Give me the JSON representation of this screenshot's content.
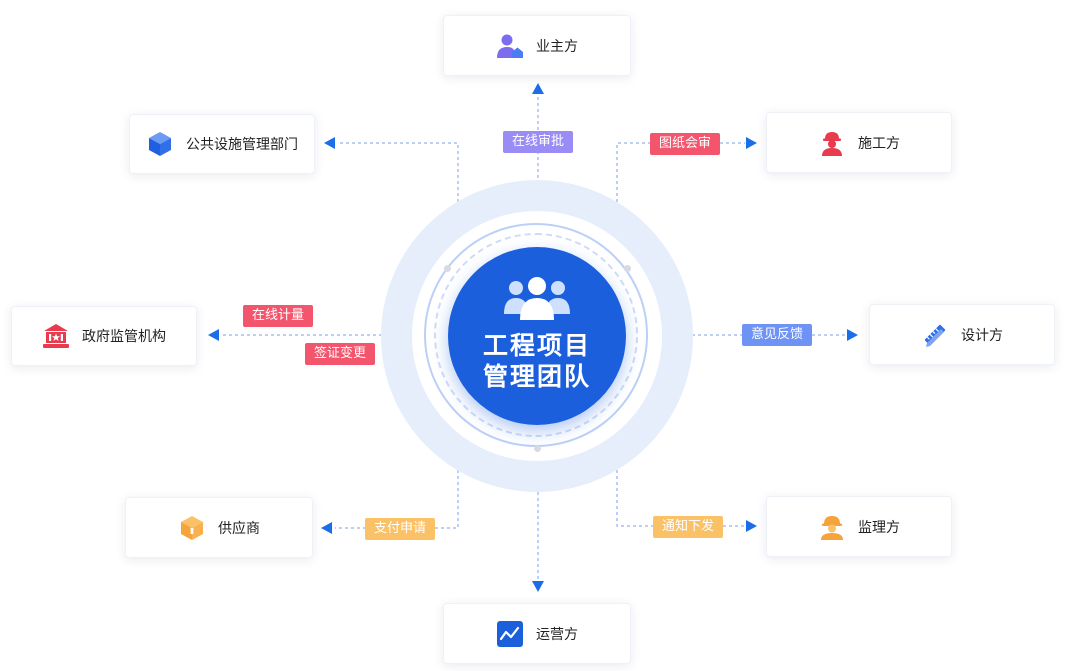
{
  "center": {
    "line1": "工程项目",
    "line2": "管理团队",
    "icon": "team-icon"
  },
  "nodes": {
    "owner": {
      "label": "业主方",
      "icon": "user-house-icon"
    },
    "construction": {
      "label": "施工方",
      "icon": "worker-icon"
    },
    "design": {
      "label": "设计方",
      "icon": "pencil-ruler-icon"
    },
    "supervisor": {
      "label": "监理方",
      "icon": "helmet-worker-icon"
    },
    "operator": {
      "label": "运营方",
      "icon": "trend-chart-icon"
    },
    "supplier": {
      "label": "供应商",
      "icon": "box-icon"
    },
    "government": {
      "label": "政府监管机构",
      "icon": "government-building-icon"
    },
    "public": {
      "label": "公共设施管理部门",
      "icon": "cube-icon"
    }
  },
  "tags": {
    "online_approval": "在线审批",
    "drawing_review": "图纸会审",
    "feedback": "意见反馈",
    "notice": "通知下发",
    "payment": "支付申请",
    "online_measure": "在线计量",
    "visa_change": "签证变更"
  },
  "colors": {
    "line": "#1b6ee8",
    "center": "#1b5fdd",
    "ring": "#e6eefc",
    "tag_red": "#f2556c",
    "tag_purple": "#9a8cf5",
    "tag_blue": "#6f92f5",
    "tag_orange": "#fbc167"
  }
}
